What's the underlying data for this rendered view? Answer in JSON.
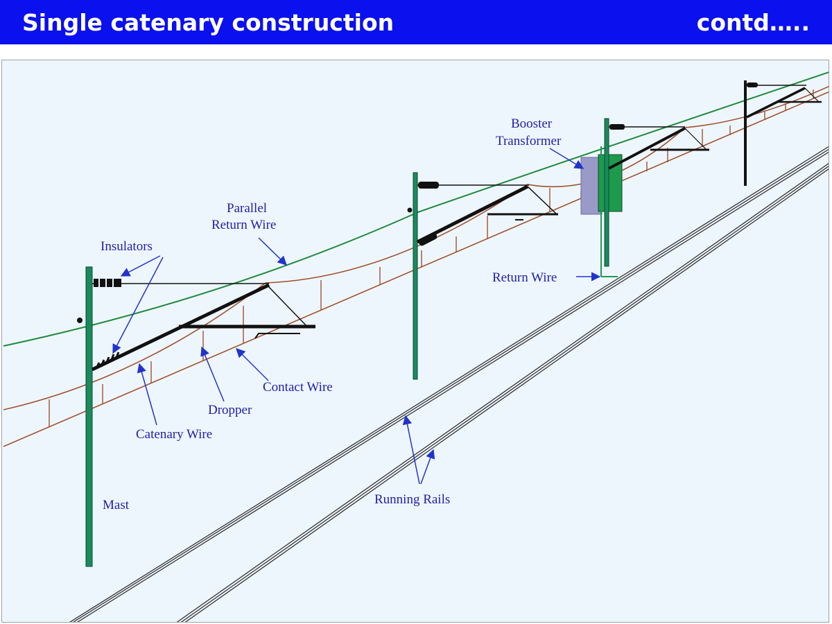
{
  "header": {
    "title": "Single catenary construction",
    "continued": "contd….."
  },
  "labels": {
    "insulators": "Insulators",
    "parallel_return_wire_1": "Parallel",
    "parallel_return_wire_2": "Return Wire",
    "booster_transformer_1": "Booster",
    "booster_transformer_2": "Transformer",
    "return_wire": "Return Wire",
    "dropper": "Dropper",
    "contact_wire": "Contact Wire",
    "catenary_wire": "Catenary Wire",
    "mast": "Mast",
    "running_rails": "Running Rails"
  },
  "colors": {
    "title_bar": "#0a10ee",
    "panel_bg": "#eef6fd",
    "mast": "#1a8a5c",
    "parallel_return_wire": "#1e8a3c",
    "catenary": "#a0522d",
    "label_text": "#1f1fa8",
    "booster_transformer": "#9a9ac8",
    "booster_green": "#1e9a4c"
  }
}
